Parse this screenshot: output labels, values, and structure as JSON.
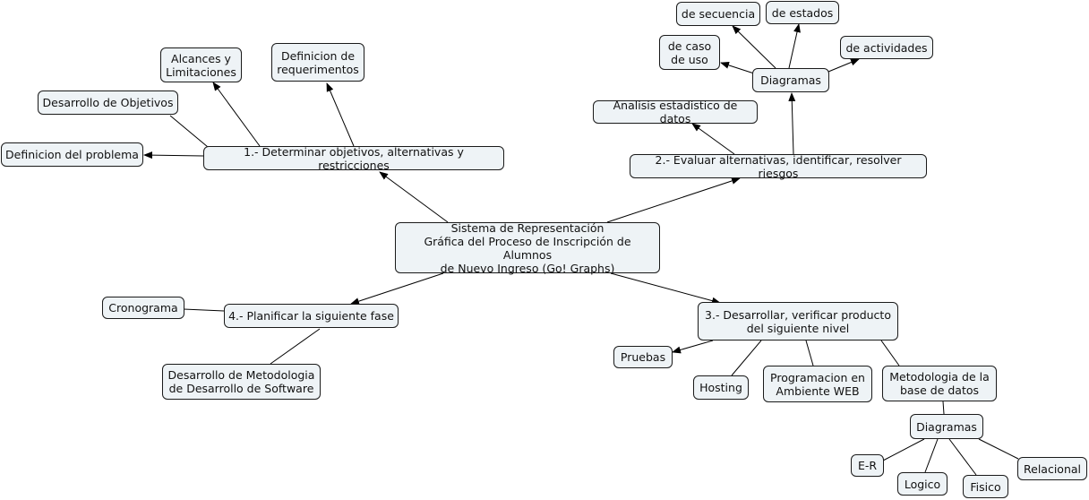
{
  "nodes": {
    "root": "Sistema de Representación\nGráfica del Proceso de Inscripción de Alumnos\nde Nuevo Ingreso (Go! Graphs)",
    "n1": "1.- Determinar objetivos, alternativas y restricciones",
    "n1_problema": "Definicion del problema",
    "n1_objetivos": "Desarrollo de Objetivos",
    "n1_alcances": "Alcances y\nLimitaciones",
    "n1_requerimientos": "Definicion de\nrequerimentos",
    "n2": "2.- Evaluar alternativas, identificar, resolver riesgos",
    "n2_analisis": "Analisis estadistico de datos",
    "n2_diagramas": "Diagramas",
    "n2_caso_uso": "de caso\nde uso",
    "n2_secuencia": "de secuencia",
    "n2_estados": "de estados",
    "n2_actividades": "de actividades",
    "n3": "3.- Desarrollar, verificar producto\ndel siguiente nivel",
    "n3_pruebas": "Pruebas",
    "n3_hosting": "Hosting",
    "n3_programacion": "Programacion en\nAmbiente WEB",
    "n3_metodologia": "Metodologia de la\nbase de datos",
    "n3_diagramas": "Diagramas",
    "n3_er": "E-R",
    "n3_logico": "Logico",
    "n3_fisico": "Fisico",
    "n3_relacional": "Relacional",
    "n4": "4.- Planificar la siguiente fase",
    "n4_cronograma": "Cronograma",
    "n4_metodologia": "Desarrollo de Metodologia\nde Desarrollo de Software"
  }
}
